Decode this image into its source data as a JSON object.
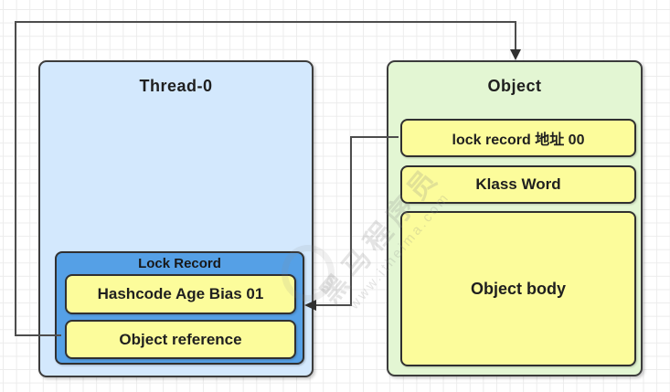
{
  "diagram": {
    "thread_box": {
      "title": "Thread-0"
    },
    "lock_record": {
      "title": "Lock Record",
      "rows": [
        "Hashcode Age Bias 01",
        "Object reference"
      ]
    },
    "object_box": {
      "title": "Object",
      "rows": [
        "lock record 地址 00",
        "Klass Word",
        "Object body"
      ]
    },
    "arrows": [
      {
        "name": "object-reference-to-object",
        "from": "Object reference",
        "to": "Object (top edge)"
      },
      {
        "name": "lock-record-address-to-lock-record",
        "from": "lock record 地址 00",
        "to": "Lock Record (right edge)"
      }
    ],
    "watermark": {
      "line1": "黑马程序员",
      "line2": "www.itheima.com"
    },
    "colors": {
      "thread_fill": "#d3e8fd",
      "object_fill": "#e3f6d3",
      "lock_record_fill": "#55a0e6",
      "cell_fill": "#fcfc9b",
      "border": "#3c3c3c",
      "arrow": "#4d4d4d",
      "grid": "#ececec",
      "text": "#1f1f1f"
    }
  }
}
